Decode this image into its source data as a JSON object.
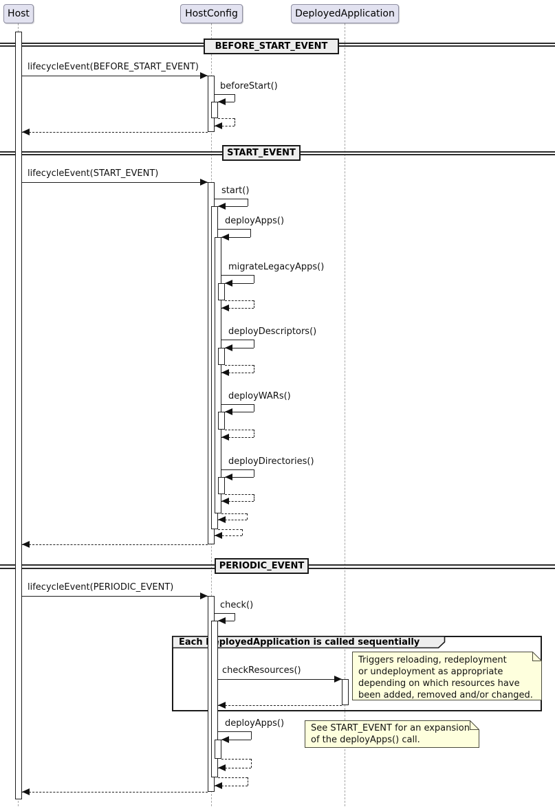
{
  "diagram_type": "uml-sequence-diagram",
  "participants": [
    {
      "name": "Host"
    },
    {
      "name": "HostConfig"
    },
    {
      "name": "DeployedApplication"
    }
  ],
  "sections": [
    {
      "divider": "BEFORE_START_EVENT",
      "calls": [
        {
          "label": "lifecycleEvent(BEFORE_START_EVENT)",
          "from": "Host",
          "to": "HostConfig",
          "type": "call"
        },
        {
          "label": "beforeStart()",
          "from": "HostConfig",
          "to": "HostConfig",
          "type": "self-call"
        }
      ]
    },
    {
      "divider": "START_EVENT",
      "calls": [
        {
          "label": "lifecycleEvent(START_EVENT)",
          "from": "Host",
          "to": "HostConfig",
          "type": "call"
        },
        {
          "label": "start()",
          "from": "HostConfig",
          "to": "HostConfig",
          "type": "self-call"
        },
        {
          "label": "deployApps()",
          "from": "HostConfig",
          "to": "HostConfig",
          "type": "self-call"
        },
        {
          "label": "migrateLegacyApps()",
          "from": "HostConfig",
          "to": "HostConfig",
          "type": "self-call"
        },
        {
          "label": "deployDescriptors()",
          "from": "HostConfig",
          "to": "HostConfig",
          "type": "self-call"
        },
        {
          "label": "deployWARs()",
          "from": "HostConfig",
          "to": "HostConfig",
          "type": "self-call"
        },
        {
          "label": "deployDirectories()",
          "from": "HostConfig",
          "to": "HostConfig",
          "type": "self-call"
        }
      ]
    },
    {
      "divider": "PERIODIC_EVENT",
      "group_label": "Each DeployedApplication is called sequentially",
      "calls": [
        {
          "label": "lifecycleEvent(PERIODIC_EVENT)",
          "from": "Host",
          "to": "HostConfig",
          "type": "call"
        },
        {
          "label": "check()",
          "from": "HostConfig",
          "to": "HostConfig",
          "type": "self-call"
        },
        {
          "label": "checkResources()",
          "from": "HostConfig",
          "to": "DeployedApplication",
          "type": "call"
        },
        {
          "label": "deployApps()",
          "from": "HostConfig",
          "to": "HostConfig",
          "type": "self-call"
        }
      ]
    }
  ],
  "notes": {
    "check_resources_note": "Triggers reloading, redeployment\nor undeployment as appropriate\ndepending on which resources have\nbeen added, removed and/or changed.",
    "deploy_apps_note": "See START_EVENT for an expansion\nof the deployApps() call."
  },
  "colors": {
    "participant_fill": "#E2E2F0",
    "participant_border": "#8E8EA0",
    "divider_fill": "#EEEEEE",
    "note_fill": "#FEFFDD",
    "line": "#1c1c1c",
    "lifeline": "#A6A6A6"
  }
}
